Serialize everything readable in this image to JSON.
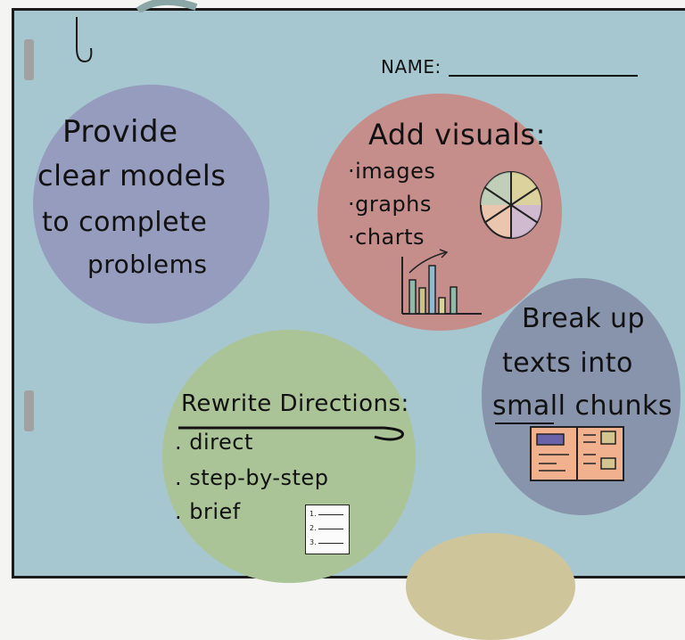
{
  "header": {
    "name_label": "NAME:"
  },
  "bubbles": {
    "models": {
      "lines": [
        "Provide",
        "clear models",
        "to complete",
        "problems"
      ],
      "color": "#959cbd"
    },
    "visuals": {
      "title": "Add visuals:",
      "items": [
        "·images",
        "·graphs",
        "·charts"
      ],
      "color": "#c68e8b"
    },
    "chunks": {
      "lines": [
        "Break up",
        "texts into",
        "small chunks"
      ],
      "color": "#8894ac"
    },
    "directions": {
      "title": "Rewrite Directions:",
      "items": [
        ". direct",
        ". step-by-step",
        ". brief"
      ],
      "color": "#abc497"
    }
  },
  "checklist_numbers": [
    "1.",
    "2.",
    "3."
  ]
}
